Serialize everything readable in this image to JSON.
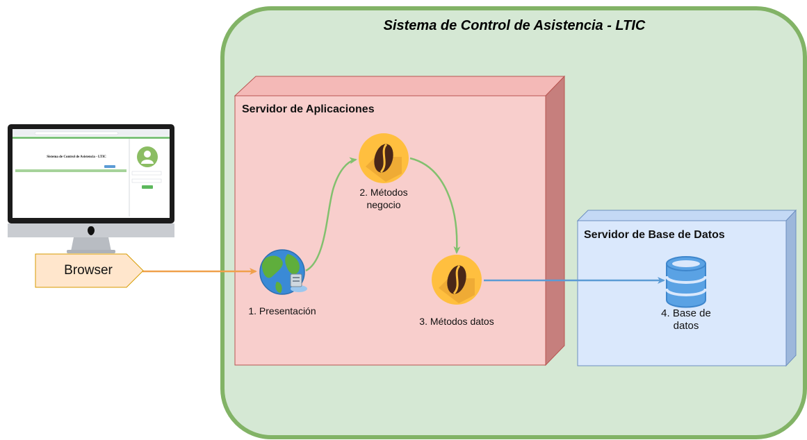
{
  "diagram": {
    "title": "Sistema de Control de Asistencia - LTIC",
    "app_server": {
      "label": "Servidor de Aplicaciones",
      "nodes": [
        {
          "label": "1. Presentación",
          "icon": "globe-icon"
        },
        {
          "label": "2. Métodos negocio",
          "line1": "2. Métodos",
          "line2": "negocio",
          "icon": "coffee-bean-icon"
        },
        {
          "label": "3. Métodos datos",
          "icon": "coffee-bean-icon"
        }
      ]
    },
    "db_server": {
      "label": "Servidor de Base de Datos",
      "node": {
        "label": "4. Base de datos",
        "line1": "4. Base de",
        "line2": "datos",
        "icon": "database-icon"
      }
    },
    "client": {
      "browser_label": "Browser",
      "monitor_icon": "imac-icon",
      "screen_title": "Sistema de Control de Asistencia - LTIC"
    },
    "colors": {
      "system_fill": "#d5e8d4",
      "system_border": "#82b366",
      "app_fill": "#f8cecc",
      "app_border": "#b85450",
      "db_fill": "#dae8fc",
      "db_border": "#6c8ebf",
      "browser_fill": "#ffe6cc",
      "browser_border": "#d79b00",
      "arrow_orange": "#f0a04b",
      "arrow_green": "#82c06e",
      "arrow_blue": "#5b9bd5",
      "bean_yellow": "#ffbf3f"
    }
  }
}
